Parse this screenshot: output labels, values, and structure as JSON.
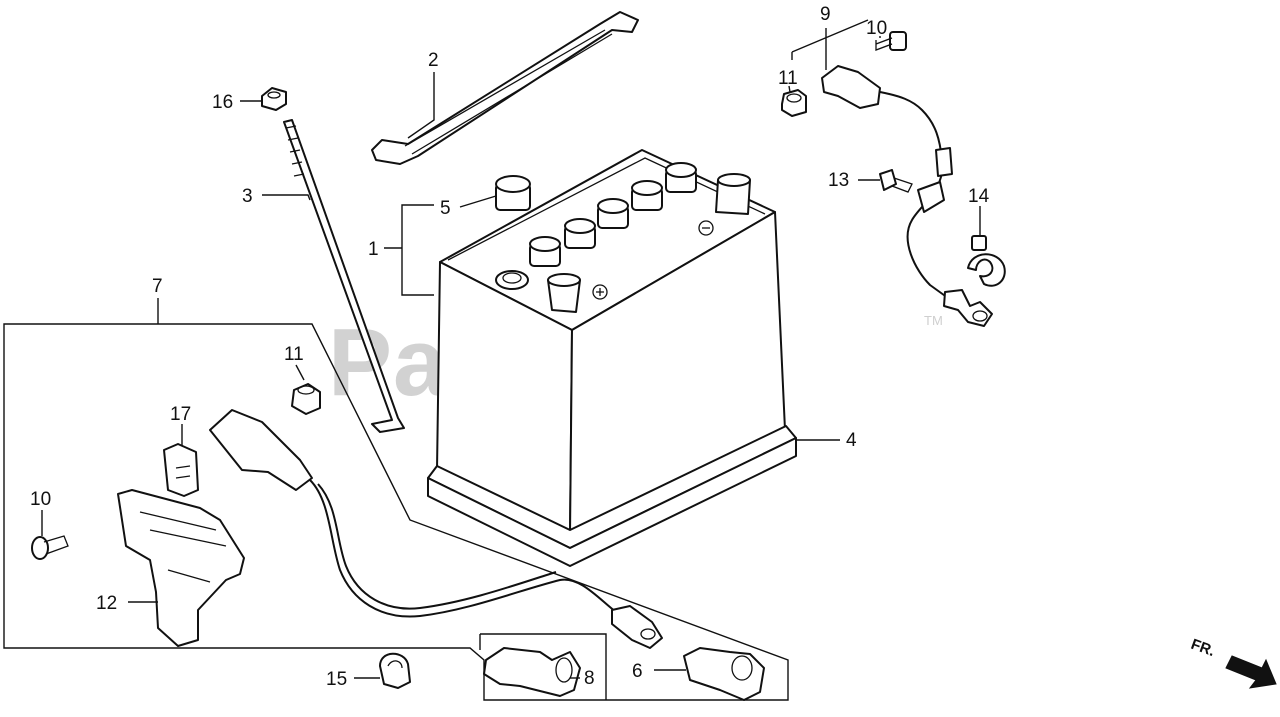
{
  "watermark": {
    "brand": "PartsTree",
    "tm": "TM"
  },
  "direction_label": "FR.",
  "parts": [
    {
      "id": "1",
      "num": "1"
    },
    {
      "id": "2",
      "num": "2"
    },
    {
      "id": "3",
      "num": "3"
    },
    {
      "id": "4",
      "num": "4"
    },
    {
      "id": "5",
      "num": "5"
    },
    {
      "id": "6",
      "num": "6"
    },
    {
      "id": "7",
      "num": "7"
    },
    {
      "id": "8",
      "num": "8"
    },
    {
      "id": "9",
      "num": "9"
    },
    {
      "id": "10a",
      "num": "10"
    },
    {
      "id": "10b",
      "num": "10"
    },
    {
      "id": "11a",
      "num": "11"
    },
    {
      "id": "11b",
      "num": "11"
    },
    {
      "id": "12",
      "num": "12"
    },
    {
      "id": "13",
      "num": "13"
    },
    {
      "id": "14",
      "num": "14"
    },
    {
      "id": "15",
      "num": "15"
    },
    {
      "id": "16",
      "num": "16"
    },
    {
      "id": "17",
      "num": "17"
    }
  ]
}
